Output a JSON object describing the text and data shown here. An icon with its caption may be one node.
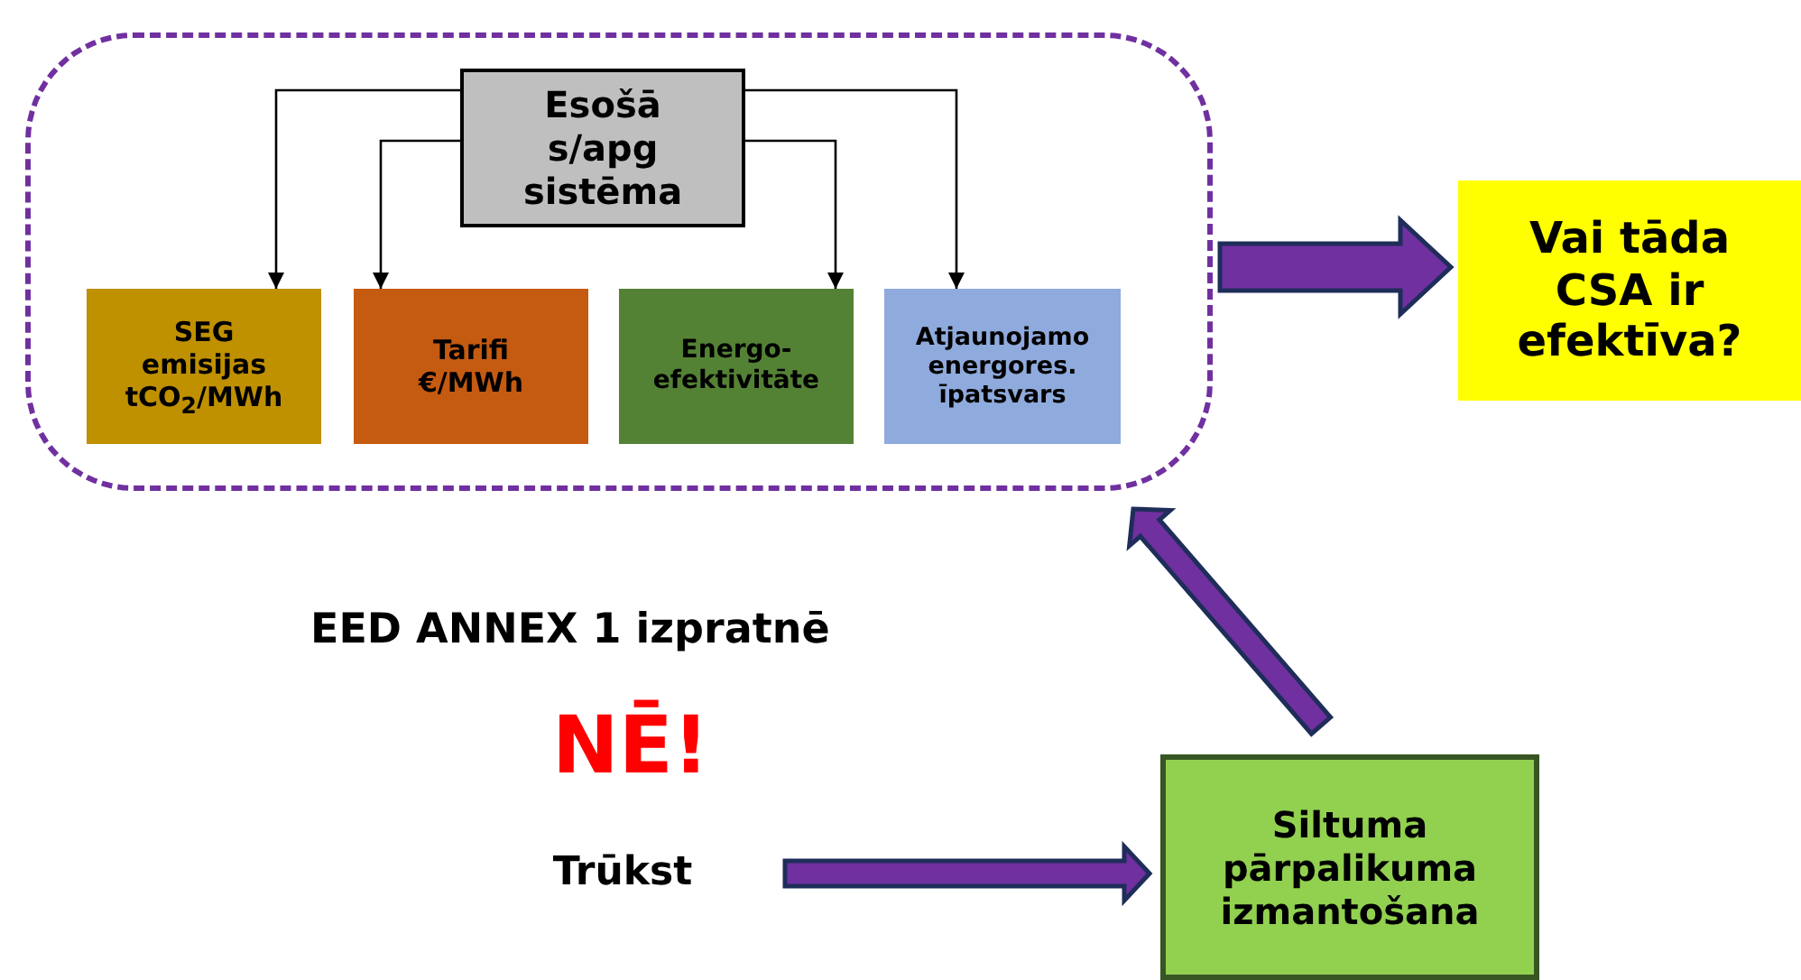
{
  "diagram": {
    "nodes": [
      {
        "text": [],
        "shape": "box"
      },
      {
        "text": [
          "Esošā s/apg sistēma"
        ],
        "in": 0
      },
      {
        "text": [
          "SEG emisijas tCO$_{2}$/MWh"
        ],
        "in": 0
      },
      {
        "text": [
          "Tarifi €/MWh"
        ],
        "in": 0
      },
      {
        "text": [
          "Energo-efektivitāte"
        ],
        "in": 0
      },
      {
        "text": [
          "Atjaunojamo energores. īpatsvars"
        ],
        "in": 0
      },
      {
        "text": [
          "Vai tāda CSA ir efektīva?"
        ]
      },
      {
        "text": [
          "Trūkst"
        ]
      },
      {
        "text": [
          "Siltuma pārpalikuma izmantošana"
        ]
      }
    ],
    "edges": [
      {
        "from": 1,
        "to": 2,
        "arrow": "to"
      },
      {
        "from": 1,
        "to": 3,
        "arrow": "to"
      },
      {
        "from": 1,
        "to": 4,
        "arrow": "to"
      },
      {
        "from": 1,
        "to": 5,
        "arrow": "to"
      },
      {
        "from": 0,
        "to": 6,
        "arrow": "to",
        "style": "thick",
        "color": "#7030a0"
      },
      {
        "from": 7,
        "to": 8,
        "arrow": "to",
        "style": "thick",
        "color": "#7030a0"
      },
      {
        "from": 8,
        "to": 0,
        "arrow": "to",
        "style": "thick",
        "color": "#7030a0"
      }
    ],
    "labels": [
      "EED ANNEX 1 izpratnē",
      "NĒ!"
    ]
  }
}
